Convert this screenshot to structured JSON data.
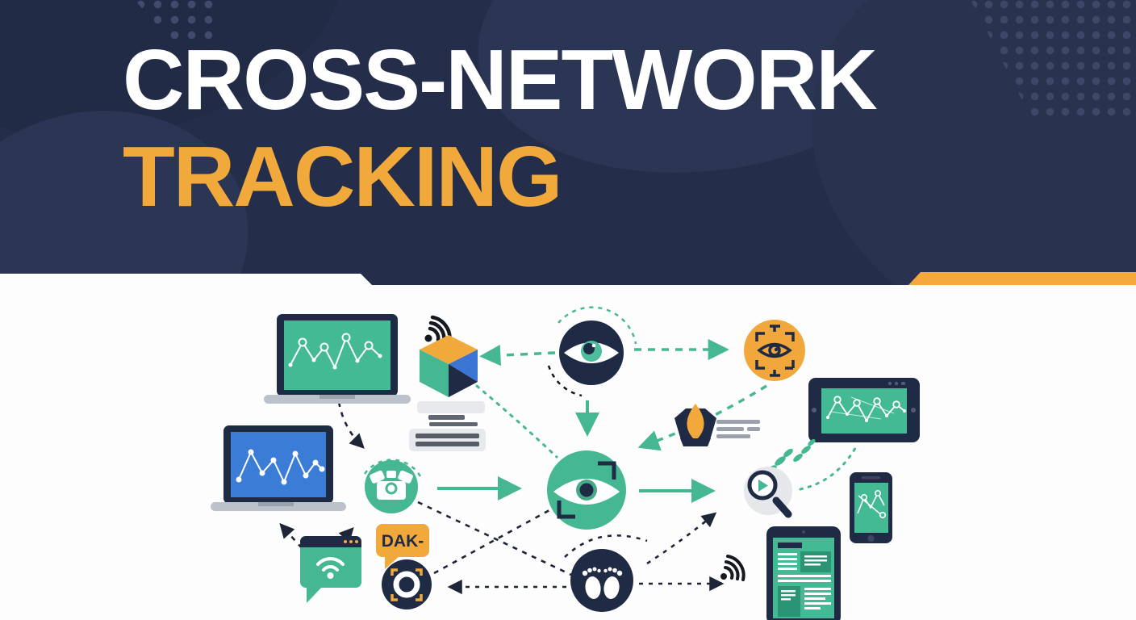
{
  "title": {
    "line1": "CROSS-NETWORK",
    "line2": "TRACKING"
  },
  "colors": {
    "header_bg": "#242e4a",
    "accent_orange": "#f2a93c",
    "teal": "#45b893",
    "icon_navy": "#1f2a44",
    "screen_green": "#44ba94",
    "screen_blue": "#3a7cd6"
  },
  "diagram": {
    "dak_label": "DAK-",
    "icons": [
      "laptop-line-chart",
      "wifi-signal",
      "tracking-cube",
      "eye-watch-circle",
      "face-scan-circle",
      "tablet-line-chart",
      "laptop-line-chart-blue",
      "redacted-text-block",
      "data-bag-circle",
      "central-eye-tracker",
      "pen-nib-badge",
      "redacted-text-lines",
      "magnifier-growth",
      "smartphone-line-chart",
      "wifi-browser-bubble",
      "dak-speech-bubble",
      "focus-scan-circle",
      "footprints-circle",
      "wifi-signal-2",
      "tablet-document"
    ]
  }
}
